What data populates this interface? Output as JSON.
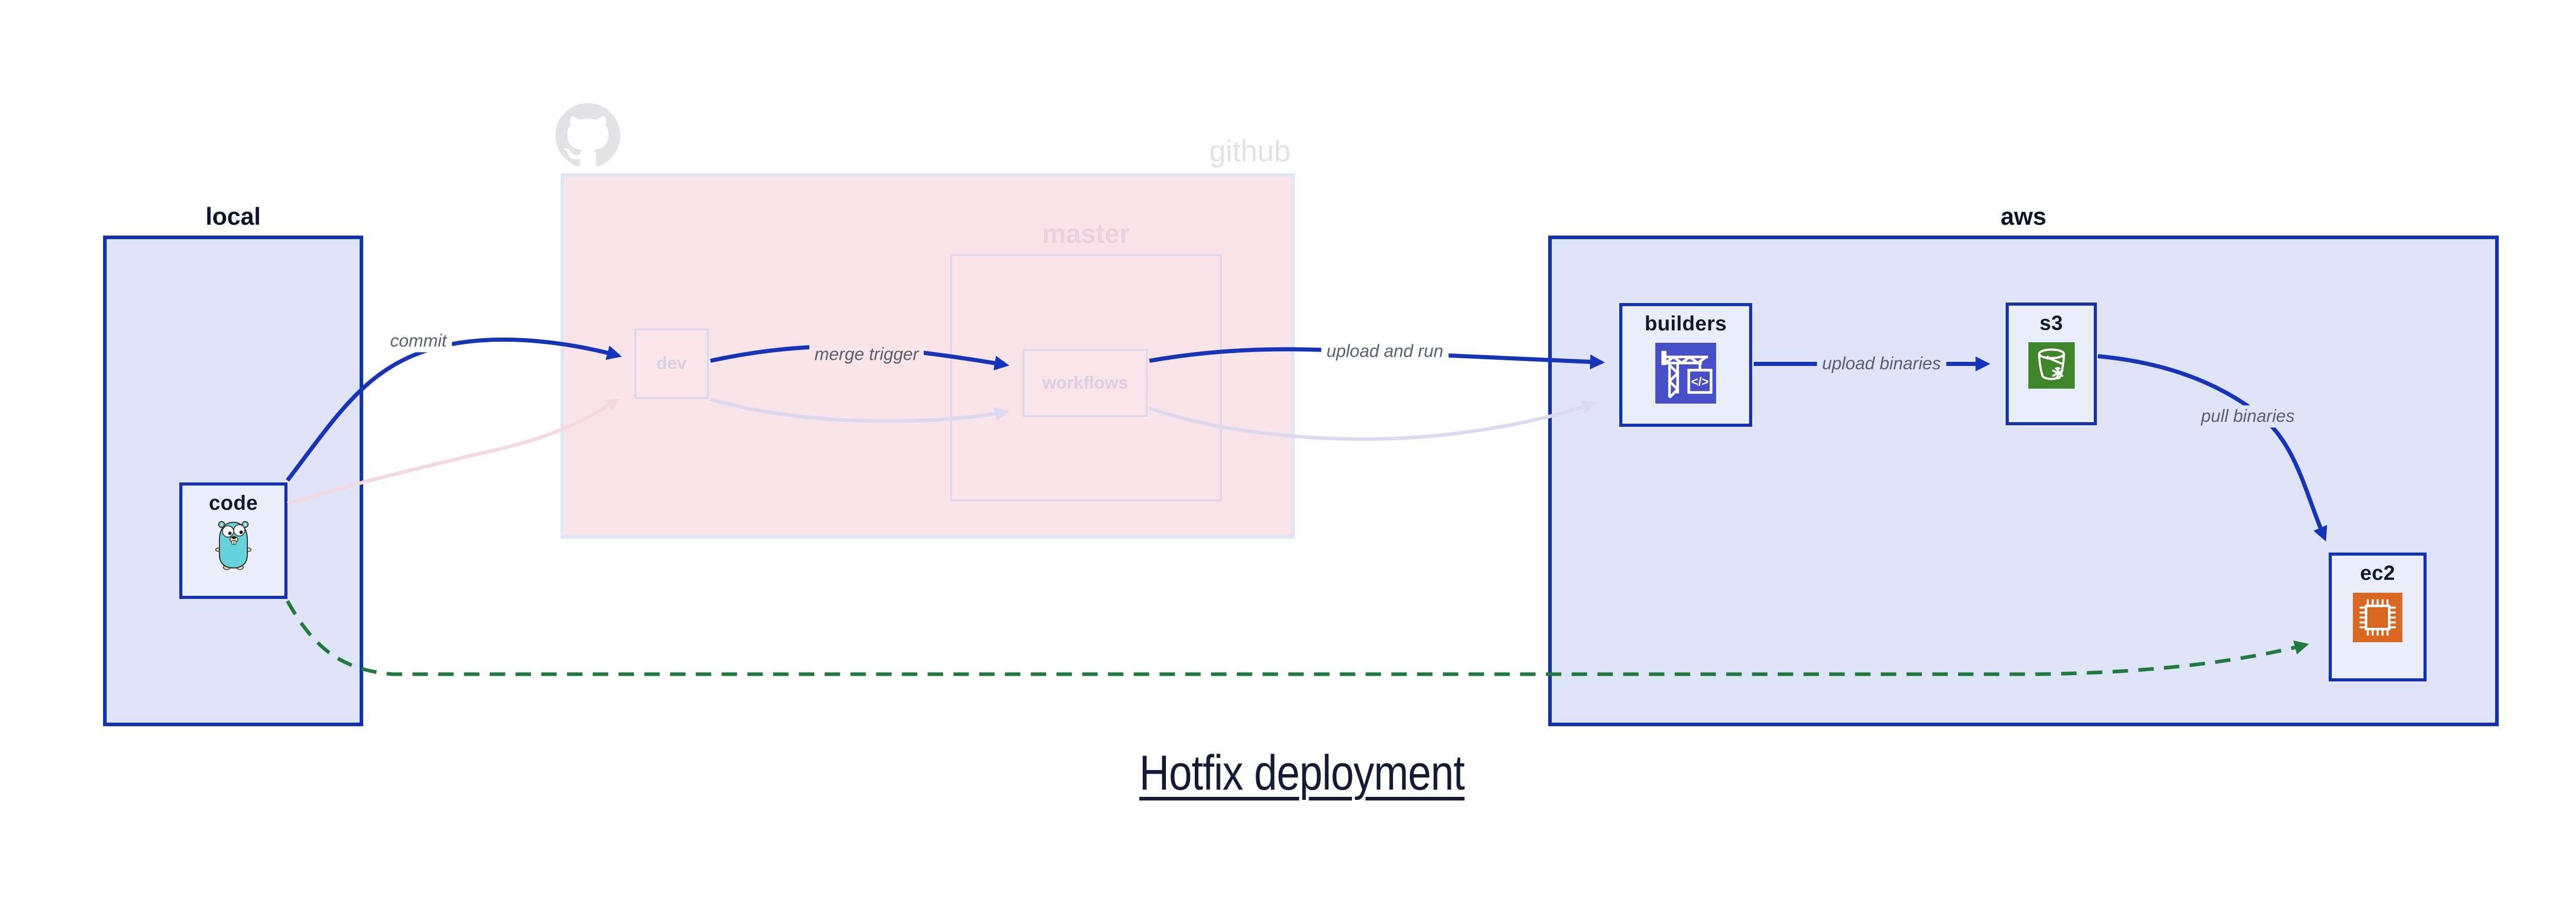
{
  "title": "Hotfix deployment",
  "containers": {
    "local": {
      "label": "local"
    },
    "github": {
      "label": "github"
    },
    "master": {
      "label": "master"
    },
    "aws": {
      "label": "aws"
    }
  },
  "nodes": {
    "code": {
      "label": "code",
      "icon": "go-gopher-icon"
    },
    "dev": {
      "label": "dev"
    },
    "workflows": {
      "label": "workflows"
    },
    "builders": {
      "label": "builders",
      "icon": "codebuild-crane-icon",
      "glyph": "</>"
    },
    "s3": {
      "label": "s3",
      "icon": "s3-glacier-bucket-icon"
    },
    "ec2": {
      "label": "ec2",
      "icon": "ec2-chip-icon"
    }
  },
  "edges": {
    "commit": {
      "label": "commit",
      "style": "solid-blue"
    },
    "merge_trigger": {
      "label": "merge trigger",
      "style": "solid-blue"
    },
    "upload_and_run": {
      "label": "upload and run",
      "style": "solid-blue"
    },
    "upload_binaries": {
      "label": "upload binaries",
      "style": "solid-blue"
    },
    "pull_binaries": {
      "label": "pull binaries",
      "style": "solid-blue"
    },
    "hotfix_bypass": {
      "label": "",
      "style": "dashed-green"
    },
    "faded_commit": {
      "label": "",
      "style": "faded-pink"
    },
    "faded_merge": {
      "label": "",
      "style": "faded-lavender"
    },
    "faded_upload": {
      "label": "",
      "style": "faded-lavender"
    }
  },
  "colors": {
    "accent_blue_border": "#1431b2",
    "arrow_blue": "#1434bb",
    "container_fill": "#dfe4f8",
    "node_fill": "#eaeefb",
    "github_fill": "#f9e4e9",
    "github_border": "#dfe7f5",
    "faded_border": "#ded9ee",
    "faded_text_pink": "#ead2de",
    "faded_text_lavender": "#dbcfe2",
    "faded_arrow_pink": "#f4d9e1",
    "faded_arrow_lavender": "#dcd9f0",
    "green_dashed": "#1e7b3c",
    "edge_label_gray": "#596070",
    "dark_text": "#10182e",
    "light_gray_brand": "#e2e2e4",
    "codebuild_bg": "#4750c8",
    "s3_bg": "#3e8629",
    "ec2_bg": "#d9671f",
    "gopher_teal": "#66d3dc"
  }
}
